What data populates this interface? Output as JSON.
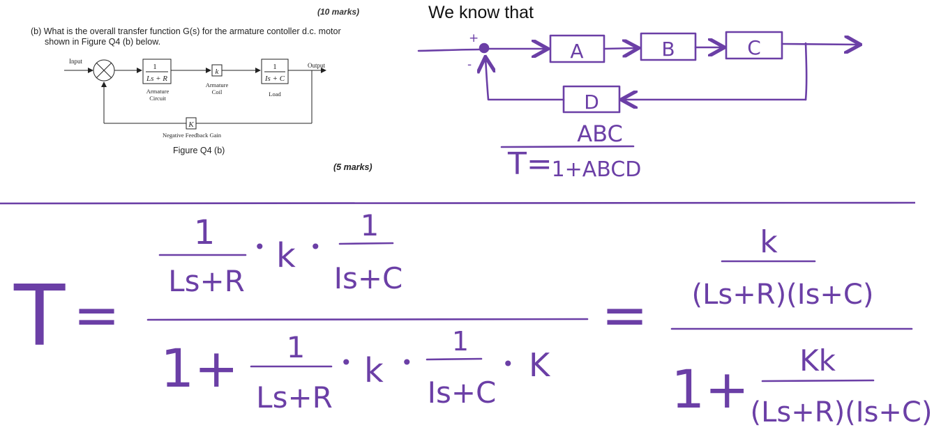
{
  "question": {
    "line1": "(b) What is the overall transfer function G(s) for the armature contoller d.c. motor",
    "line2": "shown in Figure Q4 (b) below.",
    "marks_cut": "(10 marks)",
    "figure_caption": "Figure Q4 (b)",
    "marks": "(5 marks)"
  },
  "figure": {
    "input": "Input",
    "output": "Output",
    "block1_num": "1",
    "block1_den": "Ls + R",
    "block1_label_a": "Armature",
    "block1_label_b": "Circuit",
    "block2": "k",
    "block2_label_a": "Armature",
    "block2_label_b": "Coil",
    "block3_num": "1",
    "block3_den": "Is + C",
    "block3_label": "Load",
    "feedback": "K",
    "feedback_label": "Negative Feedback Gain"
  },
  "notes": {
    "heading": "We know that",
    "block_a": "A",
    "block_b": "B",
    "block_c": "C",
    "block_d": "D",
    "plus": "+",
    "minus": "-",
    "t_lhs": "T=",
    "t_num": "ABC",
    "t_den": "1+ABCD"
  },
  "solution": {
    "lhs": "T",
    "eq1": "=",
    "n1_num": "1",
    "n1_den": "Ls+R",
    "dot": "•",
    "k_small": "k",
    "n2_num": "1",
    "n2_den": "Is+C",
    "one_plus": "1+",
    "d1_num": "1",
    "d1_den": "Ls+R",
    "d2_num": "1",
    "d2_den": "Is+C",
    "k_big": "K",
    "eq2": "=",
    "r_num_top": "k",
    "r_num_bot": "(Ls+R)(Is+C)",
    "r_one_plus": "1+",
    "r_den_top": "Kk",
    "r_den_bot": "(Ls+R)(Is+C)"
  }
}
